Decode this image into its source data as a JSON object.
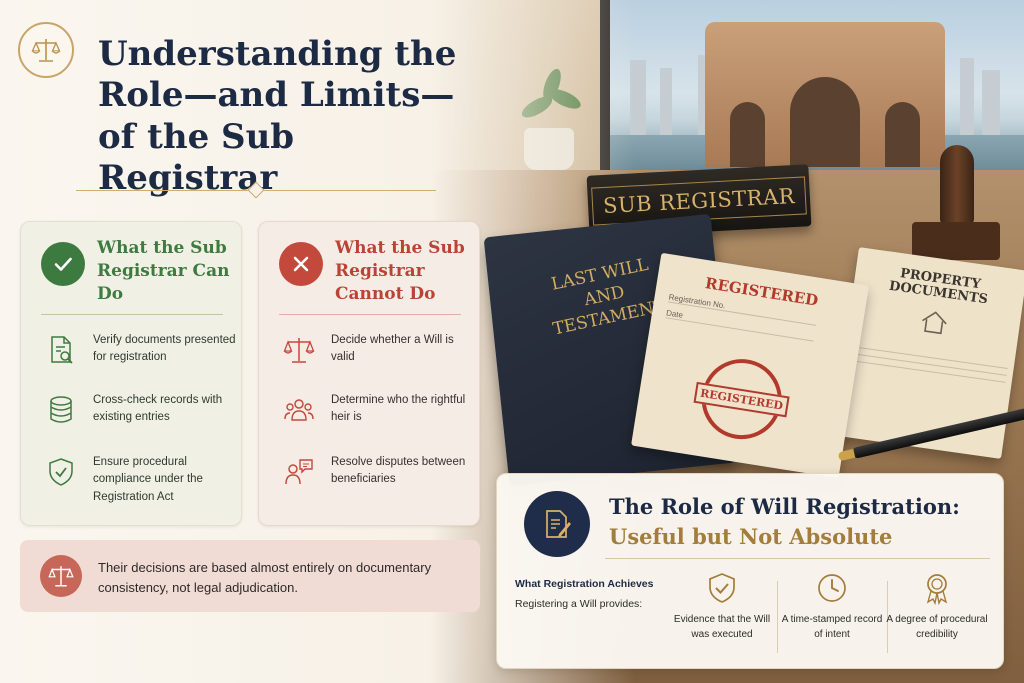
{
  "title": "Understanding the Role—and Limits—of the Sub Registrar",
  "scene": {
    "nameplate": "SUB REGISTRAR",
    "book": "LAST WILL\nAND\nTESTAMENT",
    "registered_doc": {
      "heading": "REGISTERED",
      "field_1": "Registration No.",
      "field_2": "Date",
      "seal": "REGISTERED"
    },
    "property_doc": "PROPERTY\nDOCUMENTS"
  },
  "can_do": {
    "title": "What the Sub Registrar Can Do",
    "items": [
      {
        "icon": "document-search-icon",
        "text": "Verify documents presented for registration"
      },
      {
        "icon": "database-icon",
        "text": "Cross-check records with existing entries"
      },
      {
        "icon": "shield-check-icon",
        "text": "Ensure procedural compliance under the Registration Act"
      }
    ]
  },
  "cannot_do": {
    "title": "What the Sub Registrar Cannot Do",
    "items": [
      {
        "icon": "scales-icon",
        "text": "Decide whether a Will is valid"
      },
      {
        "icon": "people-group-icon",
        "text": "Determine who the rightful heir is"
      },
      {
        "icon": "dispute-chat-icon",
        "text": "Resolve disputes between beneficiaries"
      }
    ]
  },
  "note": {
    "icon": "scales-icon",
    "text": "Their decisions are based almost entirely on documentary consistency, not legal adjudication."
  },
  "role": {
    "title": "The Role of Will Registration:",
    "subtitle": "Useful but Not Absolute",
    "achieves_heading": "What Registration Achieves",
    "provides_text": "Registering a Will provides:",
    "benefits": [
      {
        "icon": "shield-check-icon",
        "text": "Evidence that the Will was executed"
      },
      {
        "icon": "clock-icon",
        "text": "A time-stamped record of intent"
      },
      {
        "icon": "award-medal-icon",
        "text": "A degree of procedural credibility"
      }
    ]
  },
  "colors": {
    "navy": "#1d2a44",
    "green": "#3d7a3f",
    "red": "#c4493d",
    "gold": "#c8a567"
  }
}
